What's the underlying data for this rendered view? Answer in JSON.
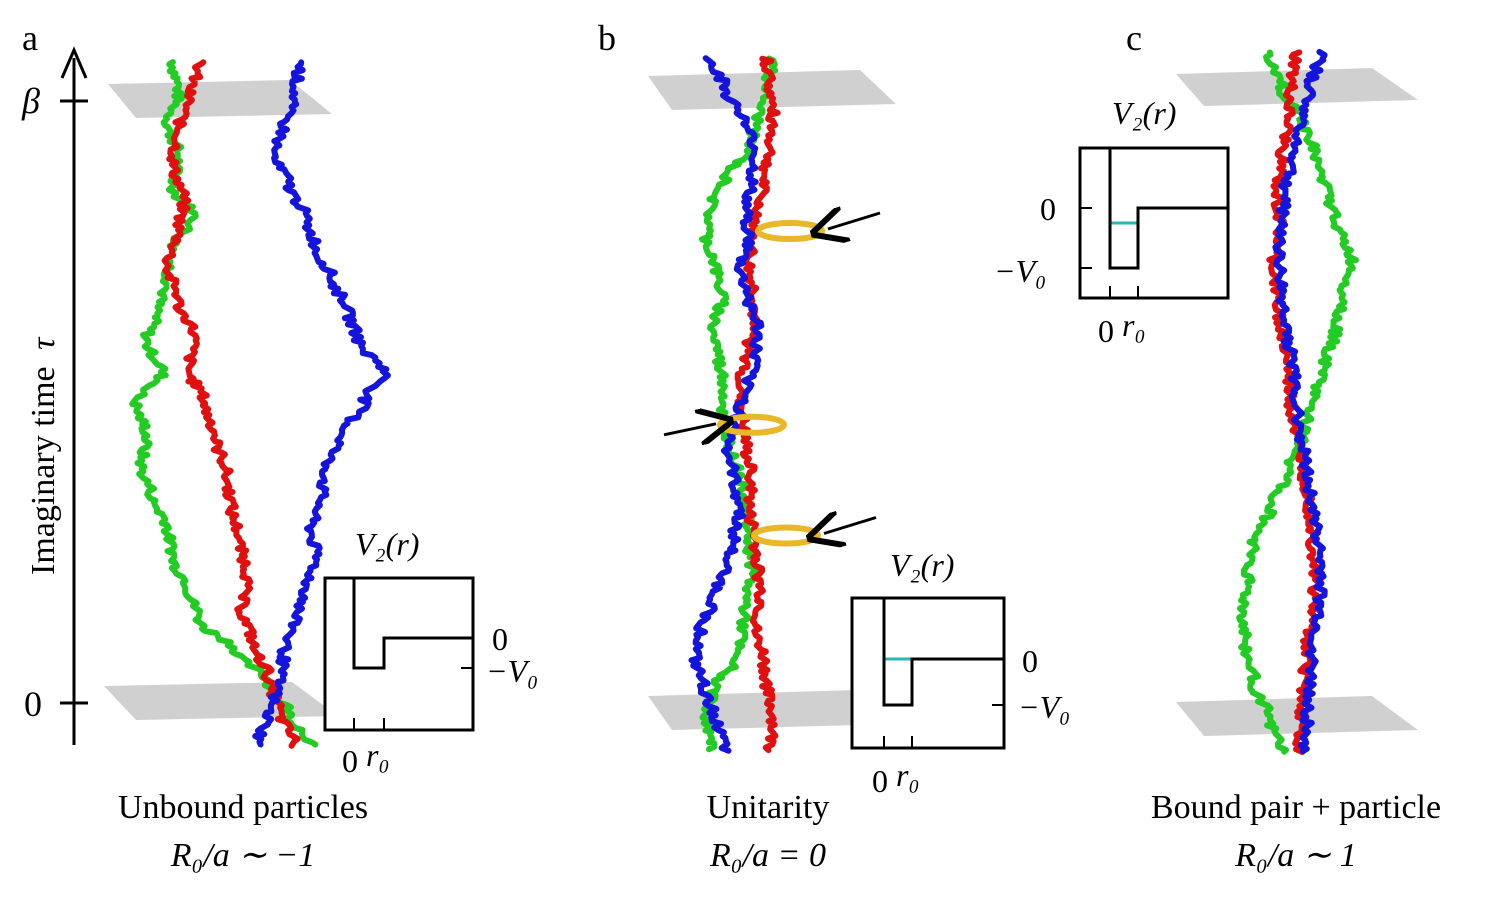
{
  "colors": {
    "path_red": "#e01010",
    "path_green": "#22cc22",
    "path_blue": "#1414dc",
    "plane": "#c8c8c8",
    "ring": "#e8b82a",
    "bound_level": "#2ab7b7",
    "ink": "#000000"
  },
  "axis": {
    "title_prefix": "Imaginary time",
    "title_var": "τ",
    "tick_top": "β",
    "tick_bottom": "0"
  },
  "panels": [
    {
      "letter": "a",
      "caption_line1": "Unbound particles",
      "caption_line2": "R₀/a ∼ −1",
      "bound_level": false
    },
    {
      "letter": "b",
      "caption_line1": "Unitarity",
      "caption_line2": "R₀/a = 0",
      "bound_level": true
    },
    {
      "letter": "c",
      "caption_line1": "Bound pair + particle",
      "caption_line2": "R₀/a ∼ 1",
      "bound_level": true
    }
  ],
  "inset": {
    "title": "V₂(r)",
    "y_tick_zero": "0",
    "y_tick_depth": "−V₀",
    "x_tick_zero": "0",
    "x_tick_range": "r₀"
  },
  "worldlines": {
    "a": {
      "red": [
        0.3,
        0.26,
        0.22,
        0.2,
        0.24,
        0.22,
        0.18,
        0.22,
        0.28,
        0.26,
        0.32,
        0.36,
        0.4,
        0.42,
        0.45,
        0.48,
        0.46,
        0.5,
        0.56,
        0.6,
        0.66
      ],
      "green": [
        0.2,
        0.22,
        0.18,
        0.22,
        0.2,
        0.28,
        0.2,
        0.18,
        0.14,
        0.1,
        0.16,
        0.06,
        0.1,
        0.08,
        0.12,
        0.18,
        0.2,
        0.26,
        0.3,
        0.44,
        0.56,
        0.64,
        0.72
      ],
      "blue": [
        0.68,
        0.66,
        0.62,
        0.58,
        0.64,
        0.7,
        0.74,
        0.8,
        0.86,
        0.9,
        1.0,
        0.92,
        0.84,
        0.78,
        0.76,
        0.72,
        0.74,
        0.7,
        0.66,
        0.62,
        0.6,
        0.56,
        0.52
      ]
    },
    "b": {
      "red": [
        0.58,
        0.6,
        0.62,
        0.6,
        0.56,
        0.52,
        0.48,
        0.46,
        0.5,
        0.48,
        0.44,
        0.4,
        0.42,
        0.44,
        0.48,
        0.46,
        0.5,
        0.52,
        0.54,
        0.5,
        0.56,
        0.58,
        0.62,
        0.6
      ],
      "green": [
        0.62,
        0.58,
        0.52,
        0.46,
        0.3,
        0.2,
        0.18,
        0.24,
        0.28,
        0.22,
        0.26,
        0.3,
        0.28,
        0.34,
        0.4,
        0.44,
        0.46,
        0.48,
        0.44,
        0.42,
        0.36,
        0.22,
        0.18,
        0.2
      ],
      "blue": [
        0.2,
        0.3,
        0.42,
        0.5,
        0.48,
        0.44,
        0.46,
        0.4,
        0.46,
        0.52,
        0.5,
        0.44,
        0.38,
        0.32,
        0.36,
        0.4,
        0.36,
        0.3,
        0.22,
        0.14,
        0.1,
        0.16,
        0.24,
        0.3
      ]
    },
    "c": {
      "red": [
        0.4,
        0.36,
        0.34,
        0.3,
        0.26,
        0.28,
        0.24,
        0.26,
        0.3,
        0.34,
        0.36,
        0.4,
        0.46,
        0.5,
        0.52,
        0.54,
        0.52,
        0.48,
        0.46,
        0.44,
        0.42
      ],
      "green": [
        0.18,
        0.3,
        0.46,
        0.54,
        0.62,
        0.7,
        0.8,
        0.74,
        0.68,
        0.6,
        0.52,
        0.44,
        0.34,
        0.22,
        0.1,
        0.06,
        0.02,
        0.04,
        0.1,
        0.2,
        0.3
      ],
      "blue": [
        0.58,
        0.5,
        0.44,
        0.38,
        0.32,
        0.3,
        0.28,
        0.3,
        0.34,
        0.38,
        0.4,
        0.44,
        0.48,
        0.52,
        0.56,
        0.58,
        0.56,
        0.52,
        0.5,
        0.48,
        0.46
      ]
    }
  },
  "rings_b": [
    {
      "tau": 0.75,
      "arrow": "right"
    },
    {
      "tau": 0.47,
      "arrow": "left"
    },
    {
      "tau": 0.31,
      "arrow": "right"
    }
  ]
}
